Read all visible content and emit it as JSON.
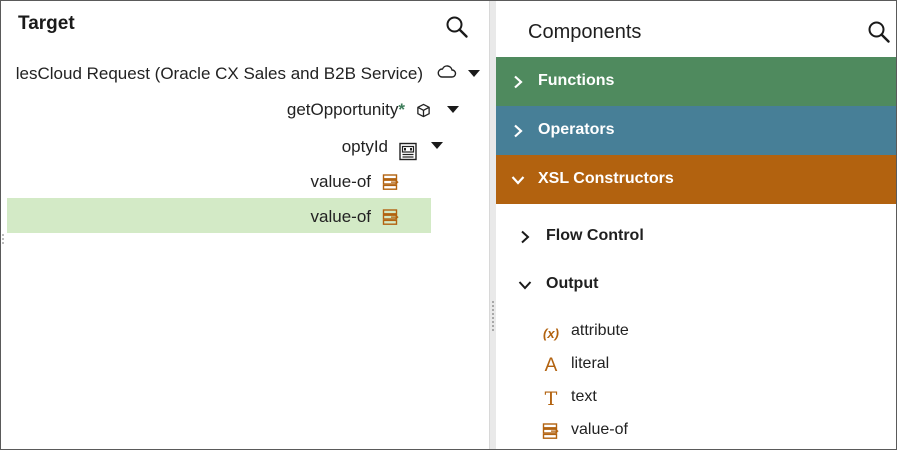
{
  "target": {
    "title": "Target",
    "tree": {
      "root_label": "lesCloud Request (Oracle CX Sales and B2B Service)",
      "opportunity_label": "getOpportunity",
      "opportunity_required_mark": "*",
      "opty_id_label": "optyId",
      "value_of_1_label": "value-of",
      "value_of_2_label": "value-of"
    },
    "icons": {
      "search": "search-icon",
      "root": "cloud-icon",
      "opportunity": "cube-icon",
      "opty_id": "id-card-icon",
      "value_of": "value-of-icon"
    }
  },
  "components": {
    "title": "Components",
    "sections": [
      {
        "label": "Functions",
        "color": "#4f8a5e",
        "expanded": false
      },
      {
        "label": "Operators",
        "color": "#477f97",
        "expanded": false
      },
      {
        "label": "XSL Constructors",
        "color": "#b2620f",
        "expanded": true
      }
    ],
    "subsections": [
      {
        "label": "Flow Control",
        "expanded": false
      },
      {
        "label": "Output",
        "expanded": true
      }
    ],
    "output_items": [
      {
        "icon": "variable-icon",
        "glyph": "(x)",
        "label": "attribute"
      },
      {
        "icon": "literal-icon",
        "glyph": "A",
        "label": "literal"
      },
      {
        "icon": "text-icon",
        "glyph": "T",
        "label": "text"
      },
      {
        "icon": "value-of-icon",
        "glyph": "",
        "label": "value-of"
      }
    ]
  },
  "colors": {
    "highlight_row": "#d3eac6",
    "accent_orange": "#b2620f",
    "required_star": "#3d7d5a"
  }
}
